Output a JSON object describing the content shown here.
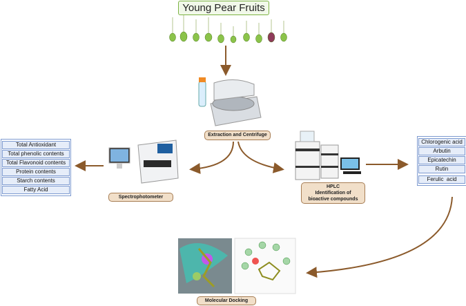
{
  "title": "Young Pear Fruits",
  "steps": {
    "extraction": "Extraction and Centrifuge",
    "spectro": "Spectrophotometer",
    "hplc_line1": "HPLC",
    "hplc_line2": "Identification of",
    "hplc_line3": "bioactive compounds",
    "docking": "Molecular Docking"
  },
  "spectro_results": [
    "Total Antioxidant",
    "Total phenolic contents",
    "Total Flavonoid contents",
    "Protein contents",
    "Starch contents",
    "Fatty Acid"
  ],
  "hplc_results": [
    "Chlorogenic acid",
    "Arbutin",
    "Epicatechin",
    "Rutin",
    "Ferulic  acid"
  ],
  "colors": {
    "arrow": "#8b5a2b",
    "label_bg": "#f1dfc9",
    "list_border": "#7d9ad0",
    "title_border": "#7cb342"
  }
}
